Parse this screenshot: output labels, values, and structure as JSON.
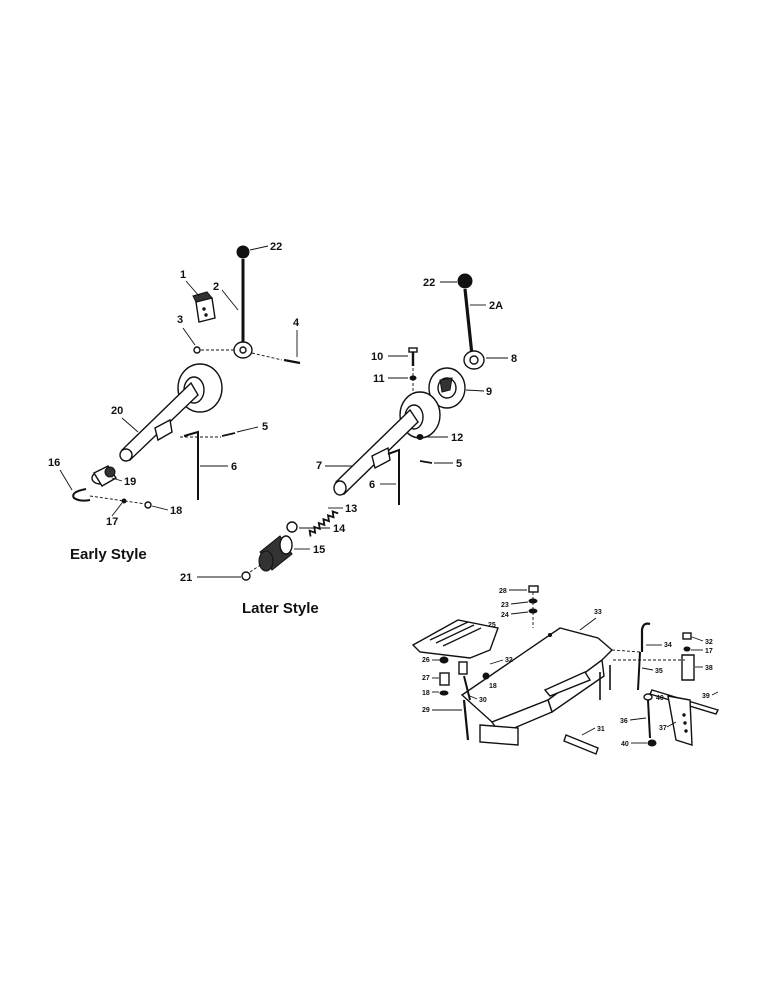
{
  "captions": {
    "early": "Early Style",
    "later": "Later Style"
  },
  "early_callouts": [
    "22",
    "1",
    "2",
    "3",
    "4",
    "20",
    "5",
    "6",
    "16",
    "19",
    "18",
    "17"
  ],
  "later_callouts": [
    "22",
    "2A",
    "10",
    "8",
    "11",
    "9",
    "12",
    "7",
    "5",
    "6",
    "13",
    "14",
    "15",
    "21"
  ],
  "frame_callouts": [
    "28",
    "33",
    "23",
    "24",
    "25",
    "34",
    "32",
    "17",
    "26",
    "32",
    "35",
    "18",
    "38",
    "27",
    "18",
    "30",
    "40",
    "39",
    "29",
    "31",
    "36",
    "37",
    "40"
  ]
}
